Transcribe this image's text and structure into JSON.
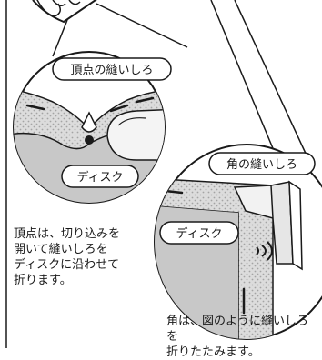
{
  "labels": {
    "vertex_seam": "頂点の縫いしろ",
    "disk_left": "ディスク",
    "corner_seam": "角の縫いしろ",
    "disk_right": "ディスク"
  },
  "captions": {
    "vertex": "頂点は、切り込みを\n開いて縫いしろを\nディスクに沿わせて\n折ります。",
    "corner": "角は、図のように縫いしろを\n折りたたみます。"
  },
  "colors": {
    "line": "#1a1a1a",
    "disk_gray": "#c8c8c8",
    "dot_fill": "#dcdcdc",
    "dot": "#a4a4a4",
    "paper": "#ffffff"
  }
}
